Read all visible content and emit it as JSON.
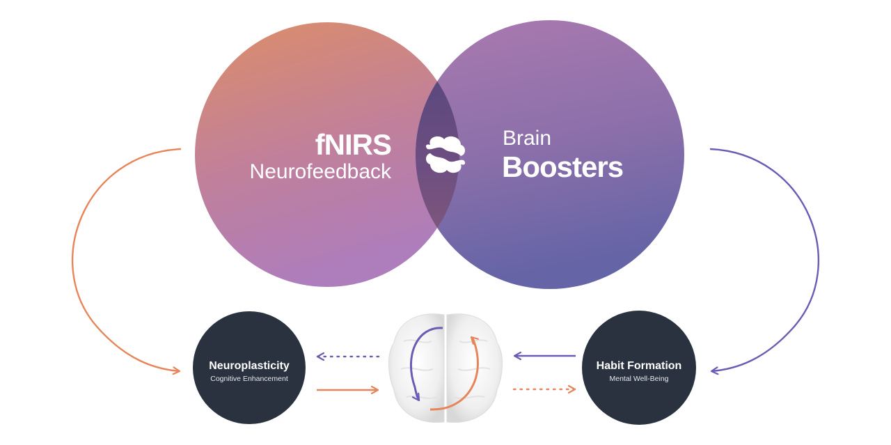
{
  "diagram": {
    "left_circle": {
      "line1": "fNIRS",
      "line2": "Neurofeedback"
    },
    "right_circle": {
      "line1": "Brain",
      "line2": "Boosters"
    },
    "center_logo": "brain-boosters-logo",
    "nodes": [
      {
        "title": "Neuroplasticity",
        "subtitle": "Cognitive Enhancement"
      },
      {
        "title": "Habit Formation",
        "subtitle": "Mental Well-Being"
      }
    ],
    "center_image": "brain-with-cycle-arrows",
    "colors": {
      "orange": "#E8845A",
      "purple": "#6B5BB5",
      "node_dark": "#2A3240",
      "left_grad_top": "#DA8C6C",
      "left_grad_bottom": "#B27DB6",
      "right_grad_top": "#A97BB0",
      "right_grad_bottom": "#6564A6"
    }
  }
}
